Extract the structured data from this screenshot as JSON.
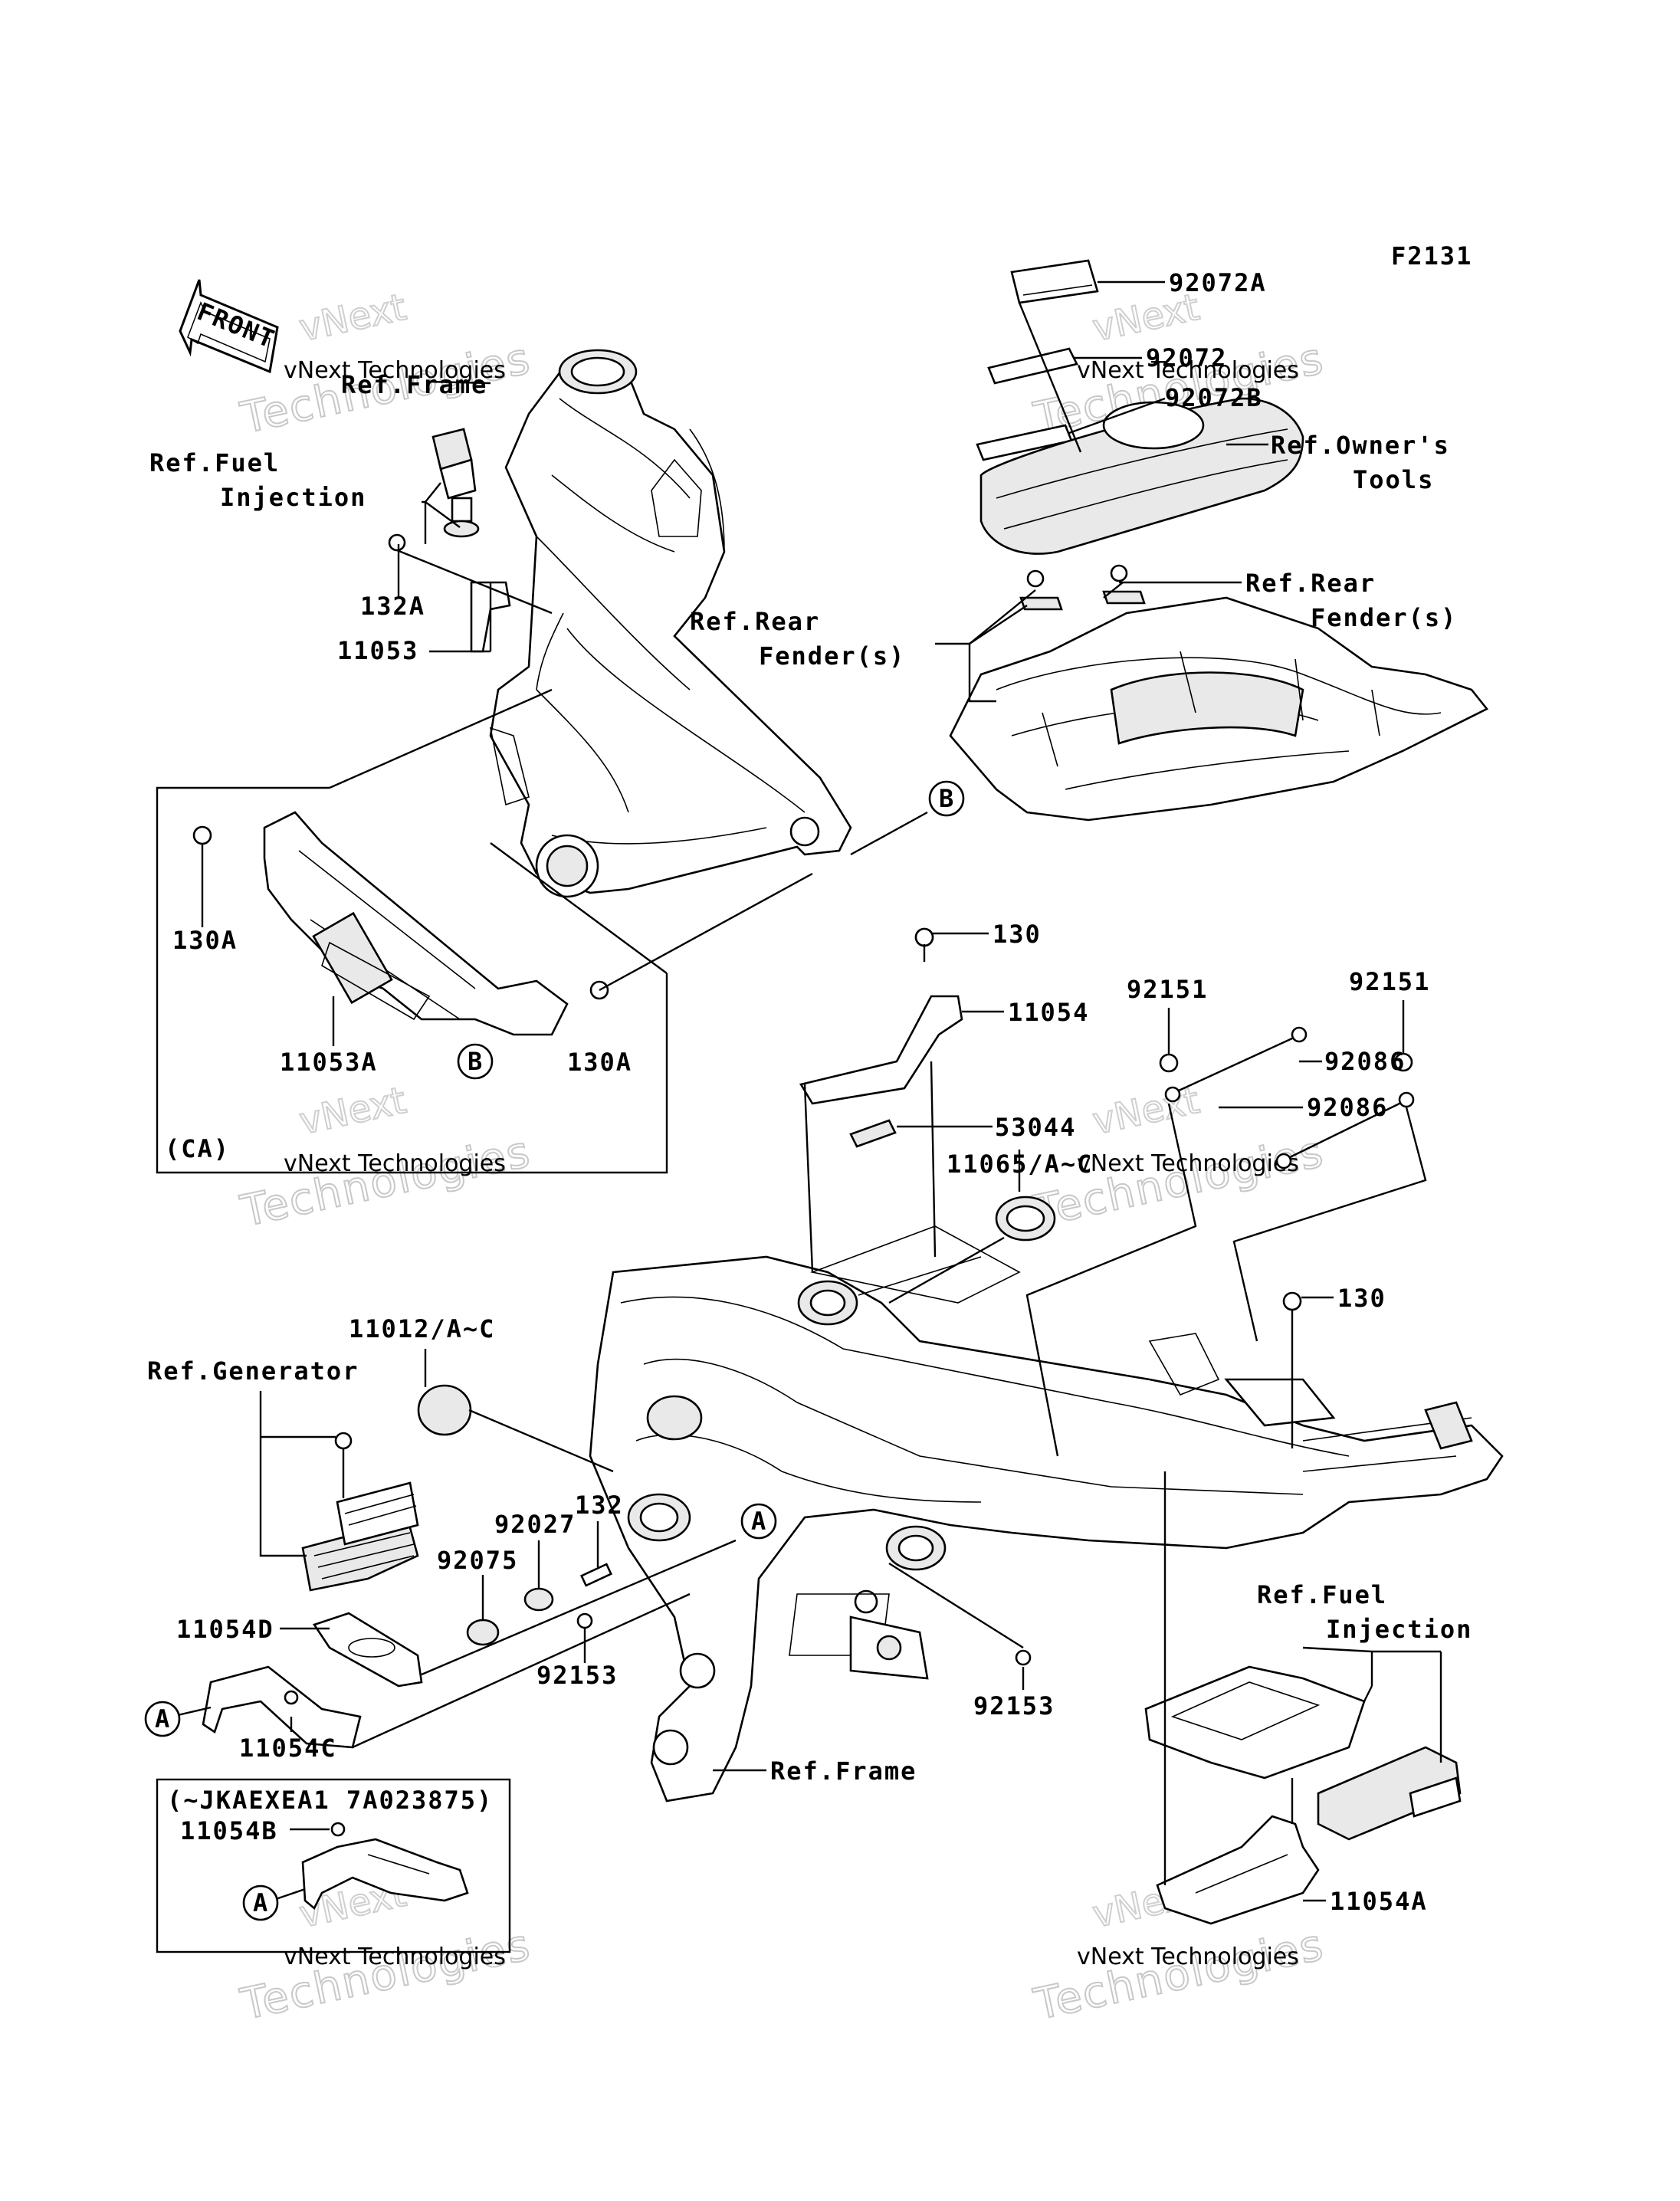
{
  "figure_code": "F2131",
  "front_arrow": "FRONT",
  "watermark": {
    "brand": "vNext",
    "line1": "vNext Technologies",
    "line2": "Technologies"
  },
  "labels": {
    "p92072A": "92072A",
    "p92072": "92072",
    "p92072B": "92072B",
    "ref_owners_tools_1": "Ref.Owner's",
    "ref_owners_tools_2": "Tools",
    "ref_frame_top": "Ref.Frame",
    "ref_fuel_inj_top_1": "Ref.Fuel",
    "ref_fuel_inj_top_2": "Injection",
    "p132A": "132A",
    "p11053": "11053",
    "ref_rear_fender_mid_1": "Ref.Rear",
    "ref_rear_fender_mid_2": "Fender(s)",
    "ref_rear_fender_right_1": "Ref.Rear",
    "ref_rear_fender_right_2": "Fender(s)",
    "callout_b": "B",
    "callout_a": "A",
    "p130A_left": "130A",
    "p130A_right": "130A",
    "p11053A": "11053A",
    "ca_note": "(CA)",
    "p130_top": "130",
    "p11054": "11054",
    "p53044": "53044",
    "p11065": "11065/A~C",
    "p92151_left": "92151",
    "p92151_right": "92151",
    "p92086_1": "92086",
    "p92086_2": "92086",
    "p130_right": "130",
    "p11012": "11012/A~C",
    "ref_generator": "Ref.Generator",
    "p132": "132",
    "p92027": "92027",
    "p92075": "92075",
    "p11054D": "11054D",
    "p92153_left": "92153",
    "p92153_right": "92153",
    "p11054C": "11054C",
    "serial_note": "(~JKAEXEA1 7A023875)",
    "p11054B": "11054B",
    "ref_frame_bottom": "Ref.Frame",
    "ref_fuel_inj_bottom_1": "Ref.Fuel",
    "ref_fuel_inj_bottom_2": "Injection",
    "p11054A": "11054A"
  }
}
